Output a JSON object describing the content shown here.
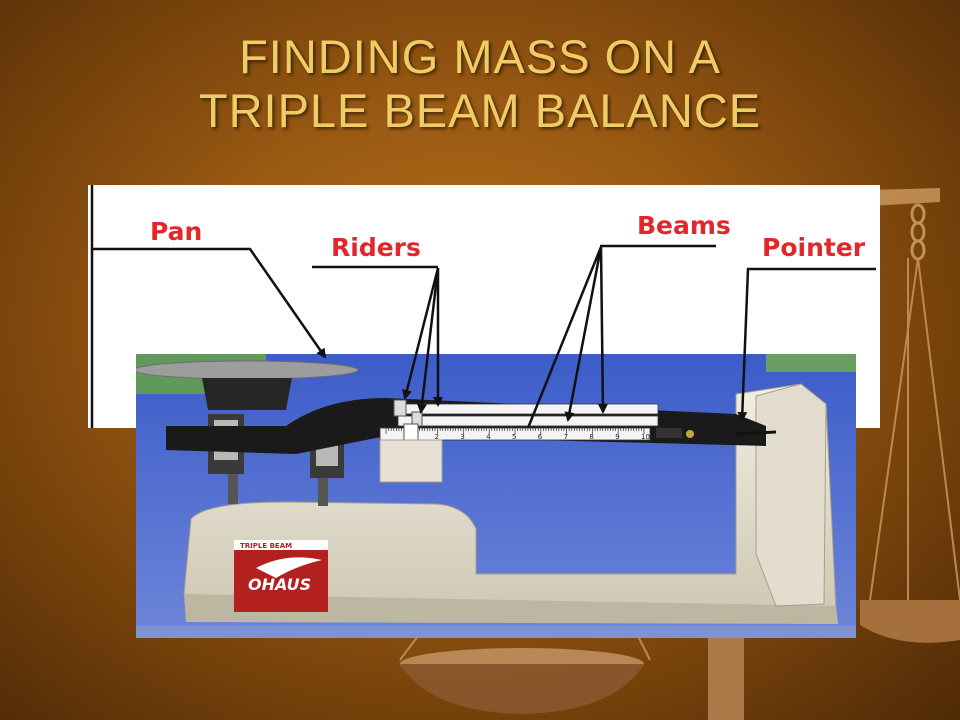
{
  "slide": {
    "title_line1": "FINDING MASS ON A",
    "title_line2": "TRIPLE BEAM BALANCE"
  },
  "diagram": {
    "labels": {
      "pan": "Pan",
      "riders": "Riders",
      "beams": "Beams",
      "pointer": "Pointer"
    },
    "label_color": "#e3262b"
  },
  "photo": {
    "brand": "OHAUS",
    "product": "TRIPLE BEAM",
    "beam_numbers": [
      "1",
      "2",
      "3",
      "4",
      "5",
      "6",
      "7",
      "8",
      "9",
      "10"
    ]
  },
  "colors": {
    "title": "#f0cc66",
    "background": "#9a5a13"
  }
}
